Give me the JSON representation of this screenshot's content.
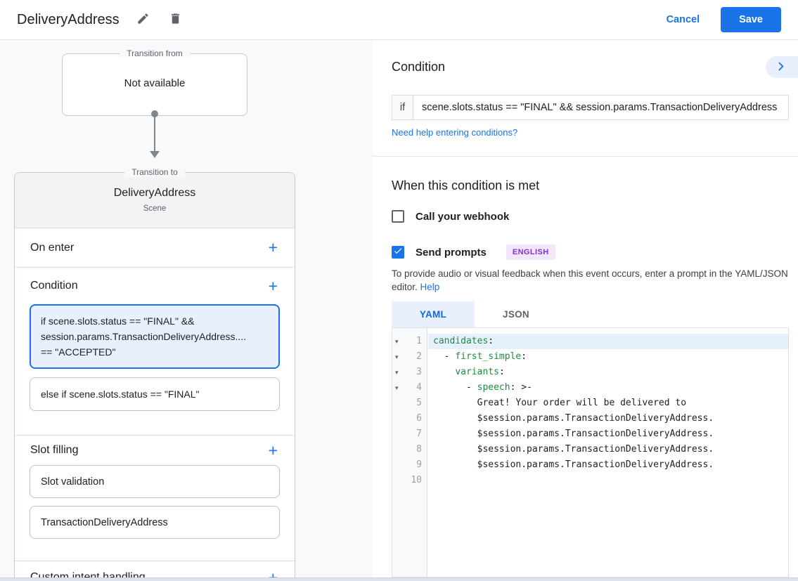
{
  "header": {
    "title": "DeliveryAddress",
    "cancel_label": "Cancel",
    "save_label": "Save"
  },
  "icons": {
    "header": [
      "edit-icon",
      "delete-icon"
    ],
    "panel": "chevron-right-icon",
    "checkbox_checked": "checkmark-icon",
    "editor_gutter": "fold-arrow-icon"
  },
  "colors": {
    "accent_blue": "#1a73e8",
    "selected_card_bg": "#e8f0fe",
    "badge_purple_text": "#8430ce",
    "badge_purple_bg": "#f2e7fd",
    "code_key_green": "#1e8e3e",
    "line_highlight": "#e7f0fd"
  },
  "canvas": {
    "transition_from": {
      "legend": "Transition from",
      "value": "Not available"
    },
    "transition_to": {
      "legend": "Transition to",
      "title": "DeliveryAddress",
      "subtitle": "Scene"
    },
    "on_enter_label": "On enter",
    "condition_label": "Condition",
    "condition_cards": [
      {
        "selected": true,
        "lines": [
          "if scene.slots.status == \"FINAL\" &&",
          "session.params.TransactionDeliveryAddress....",
          "== \"ACCEPTED\""
        ]
      },
      {
        "selected": false,
        "lines": [
          "else if scene.slots.status == \"FINAL\""
        ]
      }
    ],
    "slot_filling_label": "Slot filling",
    "slot_cards": [
      "Slot validation",
      "TransactionDeliveryAddress"
    ],
    "custom_intent_label": "Custom intent handling"
  },
  "panel": {
    "condition_title": "Condition",
    "condition_if": {
      "label": "if",
      "value": "scene.slots.status == \"FINAL\" && session.params.TransactionDeliveryAddress"
    },
    "help_link": "Need help entering conditions?",
    "when_title": "When this condition is met",
    "webhook_label": "Call your webhook",
    "prompts_label": "Send prompts",
    "language_badge": "ENGLISH",
    "hint_text": "To provide audio or visual feedback when this event occurs, enter a prompt in the YAML/JSON editor. ",
    "hint_link": "Help",
    "tabs": [
      {
        "label": "YAML",
        "active": true
      },
      {
        "label": "JSON",
        "active": false
      }
    ],
    "editor": {
      "lines": [
        {
          "num": 1,
          "fold": true,
          "highlight": true,
          "tokens": [
            [
              "key",
              "candidates"
            ],
            [
              "plain",
              ":"
            ]
          ]
        },
        {
          "num": 2,
          "fold": true,
          "tokens": [
            [
              "plain",
              "  - "
            ],
            [
              "key",
              "first_simple"
            ],
            [
              "plain",
              ":"
            ]
          ]
        },
        {
          "num": 3,
          "fold": true,
          "tokens": [
            [
              "plain",
              "    "
            ],
            [
              "key",
              "variants"
            ],
            [
              "plain",
              ":"
            ]
          ]
        },
        {
          "num": 4,
          "fold": true,
          "tokens": [
            [
              "plain",
              "      - "
            ],
            [
              "key",
              "speech"
            ],
            [
              "plain",
              ": >-"
            ]
          ]
        },
        {
          "num": 5,
          "tokens": [
            [
              "plain",
              "        Great! Your order will be delivered to"
            ]
          ]
        },
        {
          "num": 6,
          "tokens": [
            [
              "plain",
              "        $session.params.TransactionDeliveryAddress."
            ]
          ]
        },
        {
          "num": 7,
          "tokens": [
            [
              "plain",
              "        $session.params.TransactionDeliveryAddress."
            ]
          ]
        },
        {
          "num": 8,
          "tokens": [
            [
              "plain",
              "        $session.params.TransactionDeliveryAddress."
            ]
          ]
        },
        {
          "num": 9,
          "tokens": [
            [
              "plain",
              "        $session.params.TransactionDeliveryAddress."
            ]
          ]
        },
        {
          "num": 10,
          "tokens": []
        }
      ]
    }
  }
}
